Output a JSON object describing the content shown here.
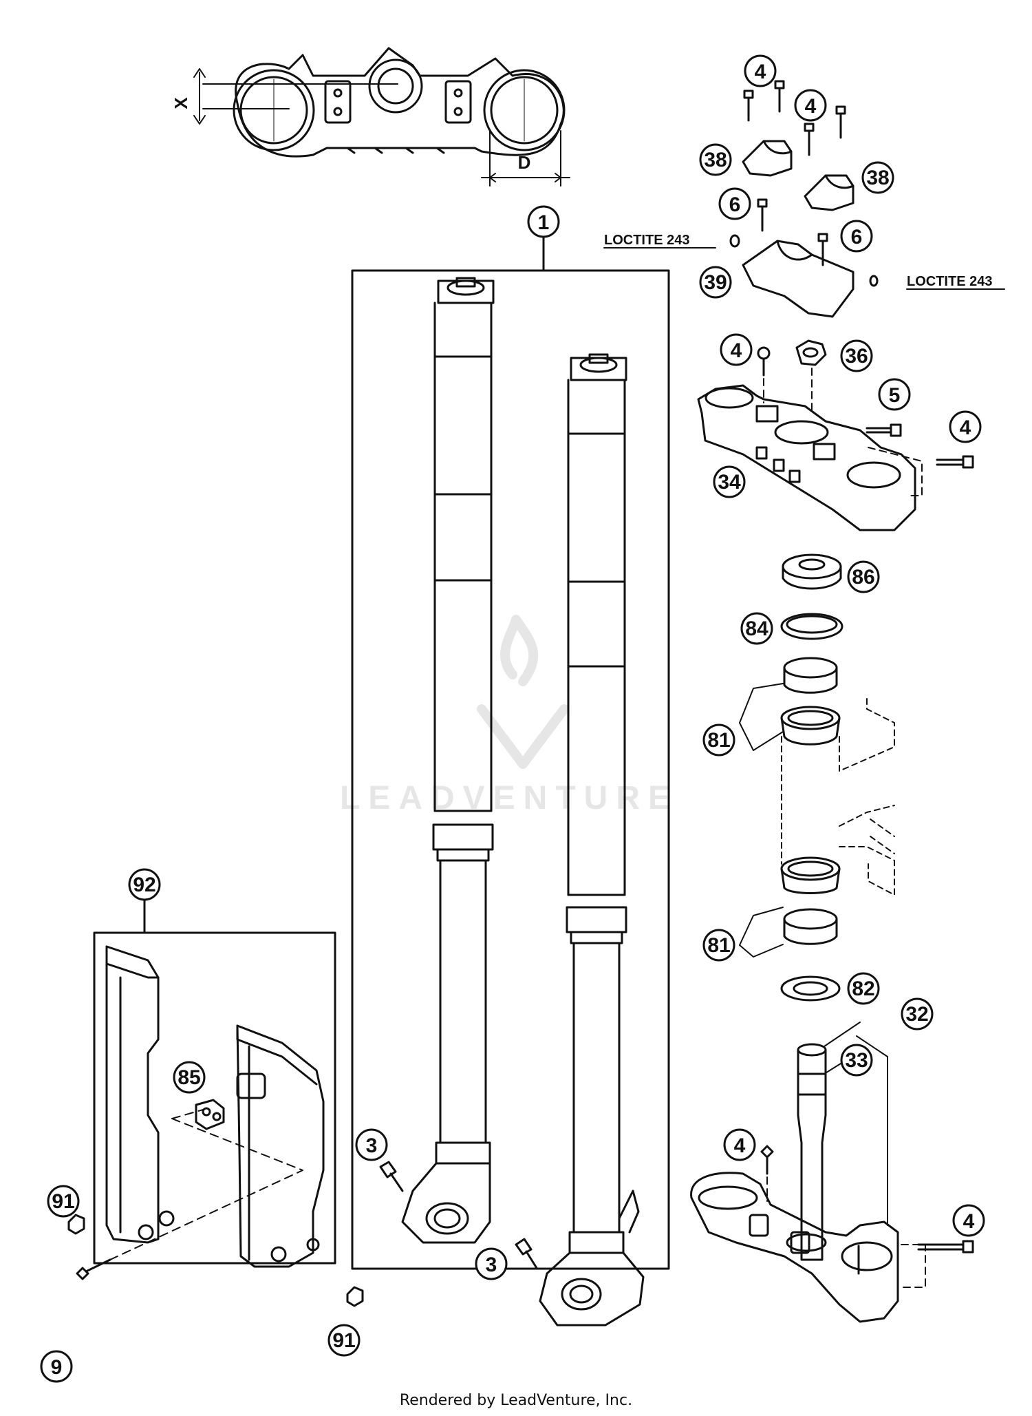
{
  "dimensions": {
    "x_label": "X",
    "d_label": "D"
  },
  "notes": {
    "loctite_left": "LOCTITE 243",
    "loctite_right": "LOCTITE 243"
  },
  "callouts": {
    "c1": "1",
    "c3a": "3",
    "c3b": "3",
    "c4a": "4",
    "c4b": "4",
    "c4c": "4",
    "c4d": "4",
    "c4e": "4",
    "c4f": "4",
    "c5": "5",
    "c6a": "6",
    "c6b": "6",
    "c9": "9",
    "c32": "32",
    "c33": "33",
    "c34": "34",
    "c36": "36",
    "c38a": "38",
    "c38b": "38",
    "c39": "39",
    "c81a": "81",
    "c81b": "81",
    "c82": "82",
    "c84": "84",
    "c85": "85",
    "c86": "86",
    "c91a": "91",
    "c91b": "91",
    "c92": "92"
  },
  "watermark": "LEADVENTURE",
  "footer": "Rendered by LeadVenture, Inc."
}
